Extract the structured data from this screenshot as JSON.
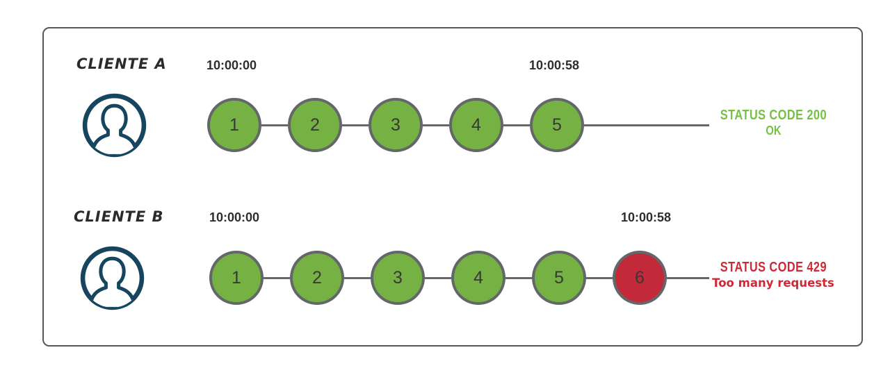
{
  "colors": {
    "ok-green": "#76b143",
    "blocked-red": "#c4293a",
    "ok-text-green": "#77c044",
    "blocked-text-red": "#ce2936",
    "line-gray": "#64676a",
    "frame-gray": "#55585a",
    "icon-navy": "#16455f"
  },
  "rows": [
    {
      "client": "CLIENTE A",
      "start_time": "10:00:00",
      "end_time": "10:00:58",
      "requests": [
        "1",
        "2",
        "3",
        "4",
        "5"
      ],
      "status": {
        "line1": "STATUS CODE 200",
        "line2": "OK"
      }
    },
    {
      "client": "CLIENTE B",
      "start_time": "10:00:00",
      "end_time": "10:00:58",
      "requests": [
        "1",
        "2",
        "3",
        "4",
        "5",
        "6"
      ],
      "status": {
        "line1": "STATUS CODE 429",
        "line2": "Too many requests"
      }
    }
  ]
}
